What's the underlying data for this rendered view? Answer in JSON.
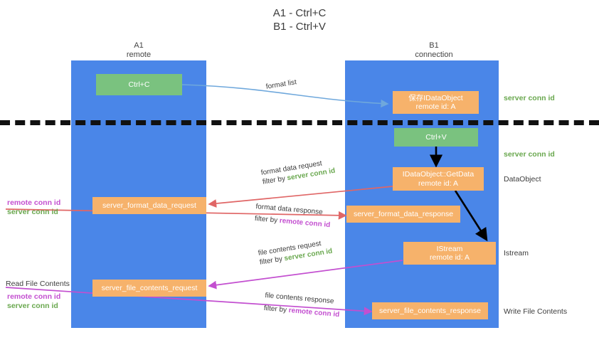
{
  "title": "A1 - Ctrl+C\nB1 - Ctrl+V",
  "lanes": [
    {
      "id": "a1",
      "name": "A1",
      "sub": "remote"
    },
    {
      "id": "b1",
      "name": "B1",
      "sub": "connection"
    }
  ],
  "colors": {
    "lane": "#4a86e8",
    "box_orange": "#f6b26b",
    "box_green": "#7ac27f",
    "server_conn_green": "#6aa84f",
    "remote_conn_magenta": "#c34fd0",
    "arrow_blue": "#6fa8dc",
    "arrow_red": "#e06666",
    "arrow_magenta": "#c34fd0",
    "arrow_black": "#000000",
    "divider_black": "#111111"
  },
  "boxes": [
    {
      "id": "ctrl-c",
      "text": "Ctrl+C",
      "style": "green"
    },
    {
      "id": "save-idataobject",
      "text": "保存IDataObject\nremote id: A",
      "style": "orange"
    },
    {
      "id": "ctrl-v",
      "text": "Ctrl+V",
      "style": "green"
    },
    {
      "id": "idataobject-getdata",
      "text": "IDataObject::GetData\nremote id: A",
      "style": "orange"
    },
    {
      "id": "server-format-data-request",
      "text": "server_format_data_request",
      "style": "orange"
    },
    {
      "id": "server-format-data-response",
      "text": "server_format_data_response",
      "style": "orange"
    },
    {
      "id": "istream",
      "text": "IStream\nremote id: A",
      "style": "orange"
    },
    {
      "id": "server-file-contents-request",
      "text": "server_file_contents_request",
      "style": "orange"
    },
    {
      "id": "server-file-contents-response",
      "text": "server_file_contents_response",
      "style": "orange"
    }
  ],
  "arrow_labels": [
    {
      "id": "format-list",
      "line1": "format list",
      "line2": "",
      "kw": "",
      "kw_color": ""
    },
    {
      "id": "format-data-request",
      "line1": "format data request",
      "line2": "filter by ",
      "kw": "server conn id",
      "kw_color": "green"
    },
    {
      "id": "format-data-response",
      "line1": "format data response",
      "line2": "filter by ",
      "kw": "remote conn id",
      "kw_color": "magenta"
    },
    {
      "id": "file-contents-request",
      "line1": "file contents request",
      "line2": "filter by ",
      "kw": "server conn id",
      "kw_color": "green"
    },
    {
      "id": "file-contents-response",
      "line1": "file contents response",
      "line2": "filter by ",
      "kw": "remote conn id",
      "kw_color": "magenta"
    }
  ],
  "notes": {
    "right": [
      {
        "id": "note-server-conn-id-top",
        "text": "server conn id",
        "style": "green"
      },
      {
        "id": "note-server-conn-id-middle",
        "text": "server conn id",
        "style": "green"
      },
      {
        "id": "note-dataobject",
        "text": "DataObject",
        "style": "dark"
      },
      {
        "id": "note-istream",
        "text": "Istream",
        "style": "dark"
      },
      {
        "id": "note-write-file-contents",
        "text": "Write File Contents",
        "style": "dark"
      }
    ],
    "left": [
      {
        "id": "note-left-conn-ids-top",
        "line1": "remote conn id",
        "line2": "server conn id"
      },
      {
        "id": "note-read-file-contents",
        "text": "Read File Contents"
      },
      {
        "id": "note-left-conn-ids-bottom",
        "line1": "remote conn id",
        "line2": "server conn id"
      }
    ]
  }
}
